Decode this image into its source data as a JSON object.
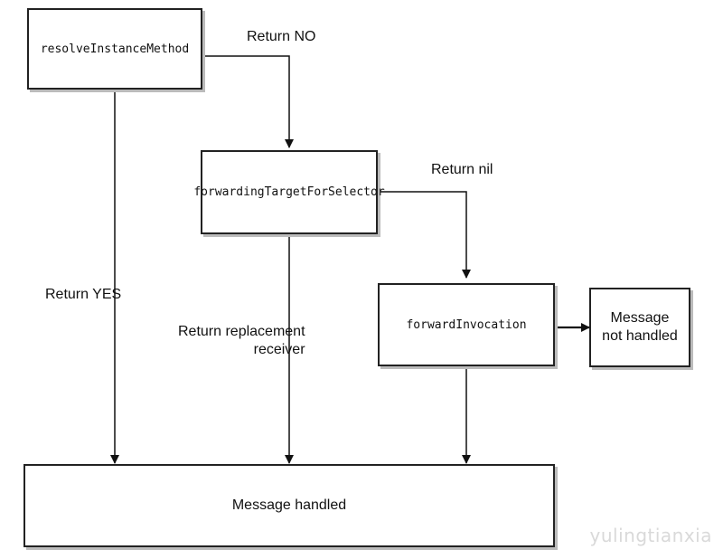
{
  "nodes": {
    "resolve": "resolveInstanceMethod",
    "forwarding_target": "forwardingTargetForSelector",
    "forward_invocation": "forwardInvocation",
    "not_handled_line1": "Message",
    "not_handled_line2": "not handled",
    "handled": "Message handled"
  },
  "edges": {
    "return_no": "Return NO",
    "return_nil": "Return nil",
    "return_yes": "Return YES",
    "return_replacement_line1": "Return replacement",
    "return_replacement_line2": "receiver"
  },
  "watermark": "yulingtianxia"
}
